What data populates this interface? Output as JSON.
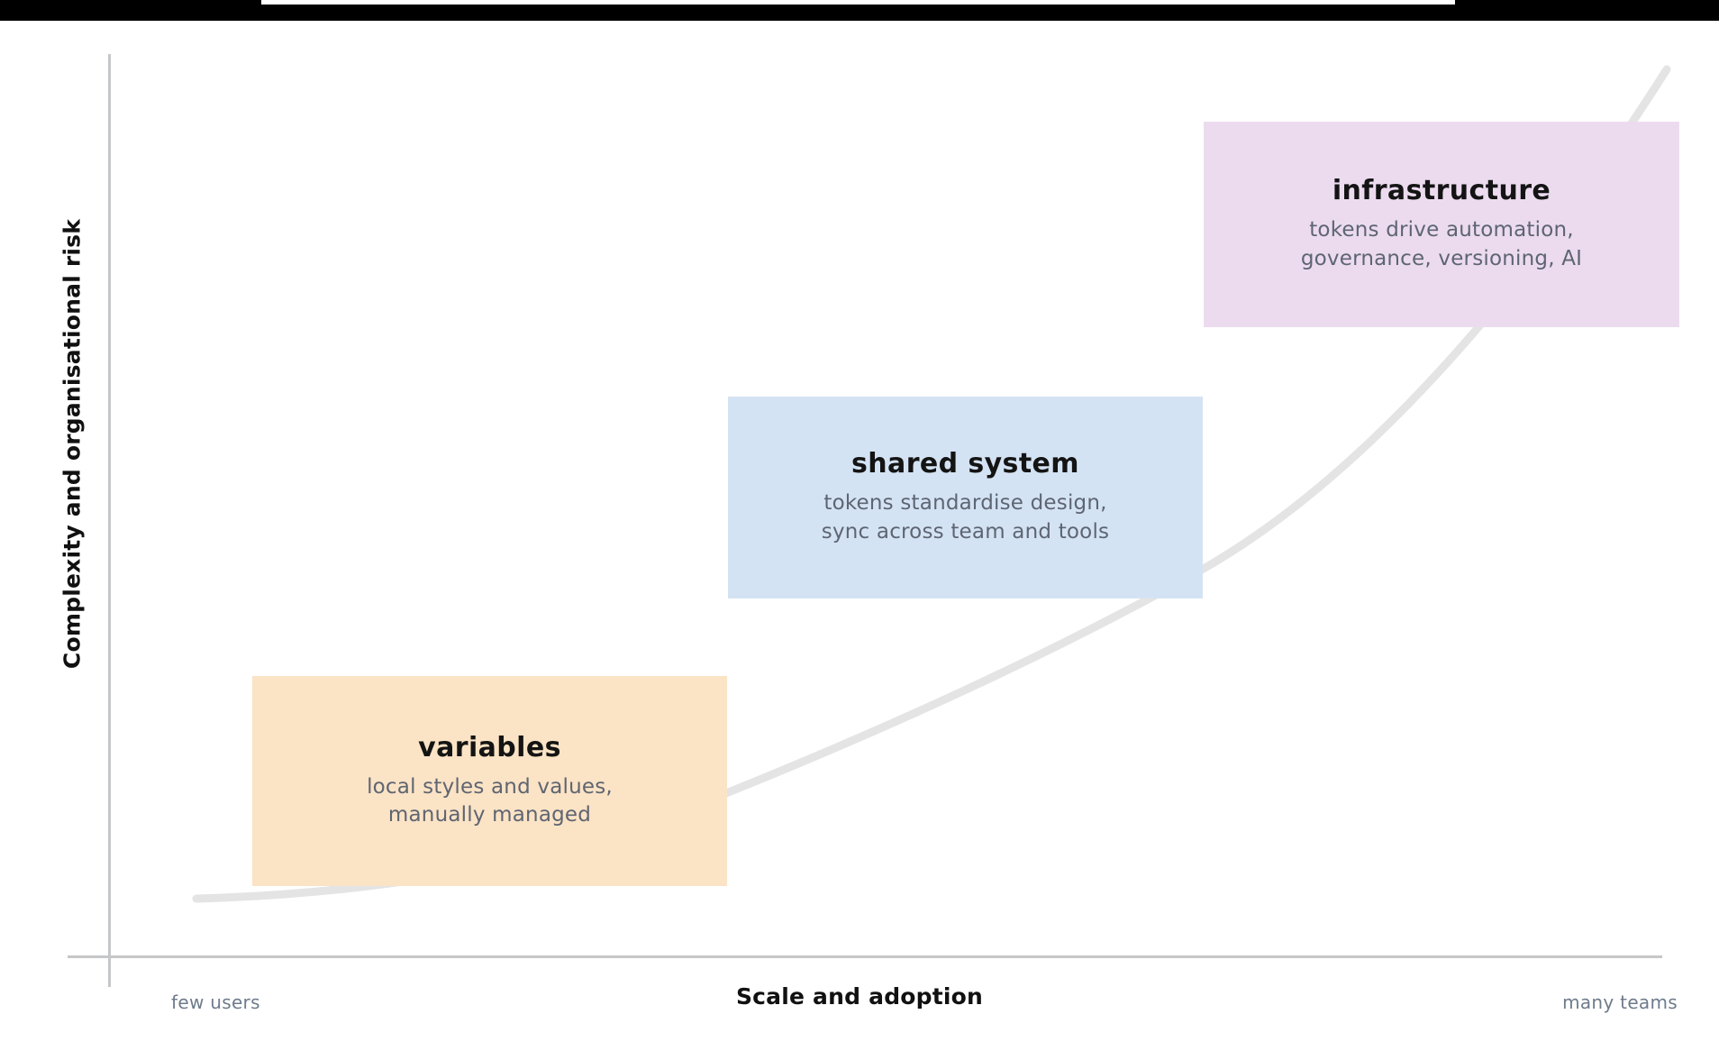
{
  "window": {
    "chrome_bar_color": "#000000",
    "background_color": "#ffffff"
  },
  "chart_data": {
    "type": "area",
    "title": "",
    "xlabel": "Scale and adoption",
    "ylabel": "Complexity and organisational risk",
    "x_tick_labels": [
      "few users",
      "many teams"
    ],
    "y_tick_labels": [],
    "grid": false,
    "legend_position": "none",
    "curve": {
      "name": "complexity growth curve",
      "color": "#e3e3e3",
      "shape": "exponential",
      "points": [
        {
          "x": 0.05,
          "y": 0.06
        },
        {
          "x": 0.3,
          "y": 0.12
        },
        {
          "x": 0.42,
          "y": 0.17
        },
        {
          "x": 0.56,
          "y": 0.27
        },
        {
          "x": 0.7,
          "y": 0.42
        },
        {
          "x": 0.84,
          "y": 0.63
        },
        {
          "x": 0.95,
          "y": 0.87
        },
        {
          "x": 1.0,
          "y": 0.97
        }
      ]
    },
    "series": [
      {
        "name": "variables",
        "title": "variables",
        "description_lines": [
          "local styles and values,",
          "manually managed"
        ],
        "color": "#fbe3c5",
        "x": 0.12,
        "y": 0.1
      },
      {
        "name": "shared system",
        "title": "shared system",
        "description_lines": [
          "tokens standardise design,",
          "sync across team and tools"
        ],
        "color": "#d4e3f3",
        "x": 0.45,
        "y": 0.42
      },
      {
        "name": "infrastructure",
        "title": "infrastructure",
        "description_lines": [
          "tokens drive automation,",
          "governance, versioning, AI"
        ],
        "color": "#ecdbef",
        "x": 0.78,
        "y": 0.78
      }
    ]
  },
  "axes": {
    "y_label": "Complexity and organisational risk",
    "x_label": "Scale and adoption",
    "x_min_label": "few users",
    "x_max_label": "many teams",
    "line_color": "#c6c7c9"
  },
  "boxes": {
    "variables": {
      "title": "variables",
      "line1": "local styles and values,",
      "line2": "manually managed",
      "fill": "#fbe3c5"
    },
    "shared": {
      "title": "shared system",
      "line1": "tokens standardise design,",
      "line2": "sync across team and tools",
      "fill": "#d4e3f3"
    },
    "infrastructure": {
      "title": "infrastructure",
      "line1": "tokens drive automation,",
      "line2": "governance, versioning, AI",
      "fill": "#ecdbef"
    }
  }
}
